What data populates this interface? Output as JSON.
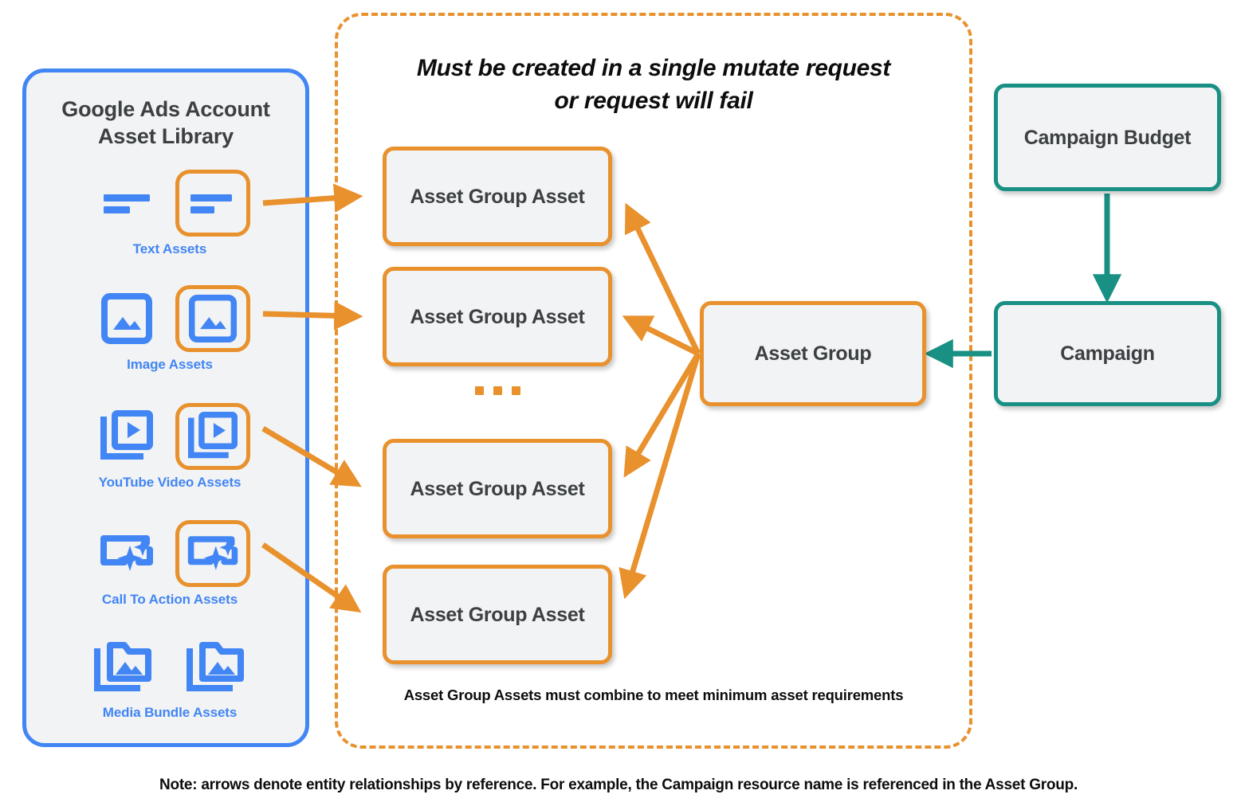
{
  "library": {
    "title": "Google Ads Account\nAsset Library",
    "title_line1": "Google Ads Account",
    "title_line2": "Asset Library",
    "accent_color": "#4285f4",
    "items": [
      {
        "caption": "Text Assets",
        "icon": "text-asset-icon",
        "highlighted_index": 1
      },
      {
        "caption": "Image Assets",
        "icon": "image-asset-icon",
        "highlighted_index": 1
      },
      {
        "caption": "YouTube Video  Assets",
        "icon": "youtube-video-asset-icon",
        "highlighted_index": 1
      },
      {
        "caption": "Call To Action Assets",
        "icon": "call-to-action-asset-icon",
        "highlighted_index": 1
      },
      {
        "caption": "Media Bundle  Assets",
        "icon": "media-bundle-asset-icon",
        "highlighted_index": -1
      }
    ]
  },
  "mutate_container": {
    "title_line1": "Must be created in a single mutate request",
    "title_line2": "or request will fail",
    "footnote": "Asset Group Assets must combine to meet minimum asset requirements",
    "border_color": "#e8912d",
    "border_style": "dashed"
  },
  "asset_group_assets": [
    {
      "label": "Asset Group Asset"
    },
    {
      "label": "Asset Group Asset"
    },
    {
      "label": "Asset Group Asset"
    },
    {
      "label": "Asset Group Asset"
    }
  ],
  "ellipsis": "...",
  "asset_group": {
    "label": "Asset Group",
    "color": "#e8912d"
  },
  "campaign_budget": {
    "label": "Campaign Budget",
    "color": "#199084"
  },
  "campaign": {
    "label": "Campaign",
    "color": "#199084"
  },
  "bottom_note": "Note: arrows denote entity relationships by reference. For example, the Campaign resource name is referenced in the Asset Group.",
  "colors": {
    "orange": "#e8912d",
    "blue": "#4285f4",
    "teal": "#199084",
    "node_fill": "#f1f3f4",
    "text_dark": "#3c4043"
  }
}
